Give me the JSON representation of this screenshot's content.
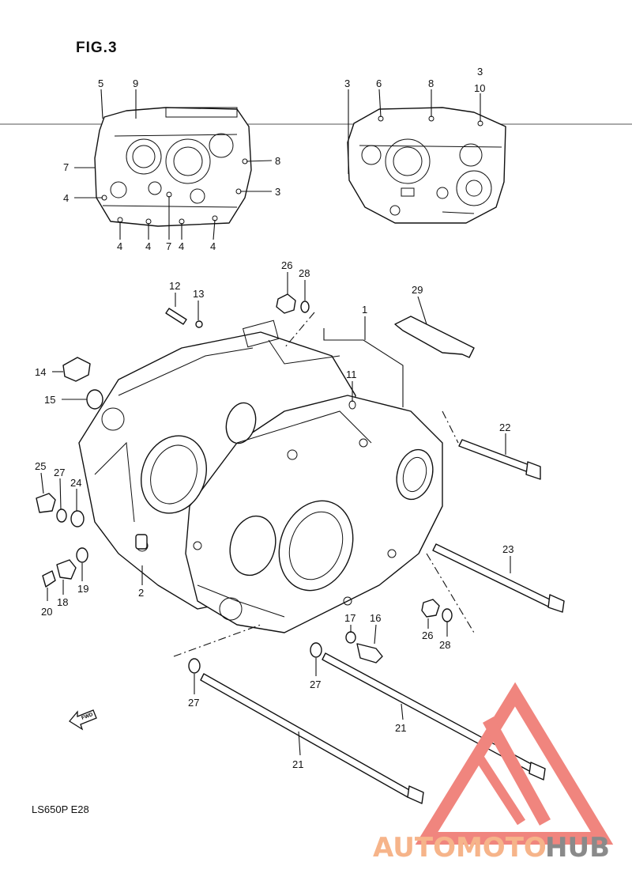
{
  "figure": {
    "title": "FIG.3",
    "model_code": "LS650P E28",
    "fwd_label": "FWD"
  },
  "callouts": {
    "top_left": [
      "5",
      "9",
      "7",
      "4",
      "8",
      "3",
      "4",
      "4",
      "7",
      "4",
      "4"
    ],
    "top_right": [
      "3",
      "6",
      "8",
      "3",
      "10"
    ],
    "main": [
      "12",
      "13",
      "26",
      "28",
      "29",
      "1",
      "14",
      "11",
      "15",
      "22",
      "25",
      "27",
      "24",
      "23",
      "2",
      "20",
      "18",
      "19",
      "17",
      "16",
      "26",
      "28",
      "27",
      "27",
      "21",
      "21"
    ]
  },
  "watermark": {
    "brand_part1": "AUTOMOTO",
    "brand_part2": "HUB",
    "colors": {
      "triangle": "#f0857e",
      "brand_part1": "#f6b48a",
      "brand_part2": "#8a8a8a"
    }
  }
}
